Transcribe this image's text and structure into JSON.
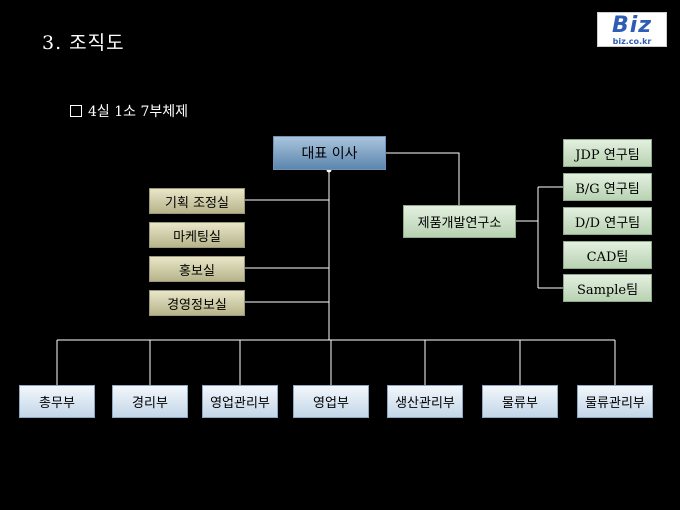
{
  "title": "3. 조직도",
  "subtitle": "4실 1소 7부체제",
  "logo": {
    "main": "Biz",
    "sub": "biz.co.kr"
  },
  "org": {
    "ceo": "대표 이사",
    "staff": [
      "기획 조정실",
      "마케팅실",
      "홍보실",
      "경영정보실"
    ],
    "lab": "제품개발연구소",
    "teams": [
      "JDP 연구팀",
      "B/G 연구팀",
      "D/D 연구팀",
      "CAD팀",
      "Sample팀"
    ],
    "departments": [
      "총무부",
      "경리부",
      "영업관리부",
      "영업부",
      "생산관리부",
      "물류부",
      "물류관리부"
    ]
  },
  "colors": {
    "ceo": "#7fa3c6",
    "staff": "#d4d1ae",
    "lab": "#cfe3ca",
    "dept": "#dce8f3",
    "lines": "#ffffff"
  }
}
